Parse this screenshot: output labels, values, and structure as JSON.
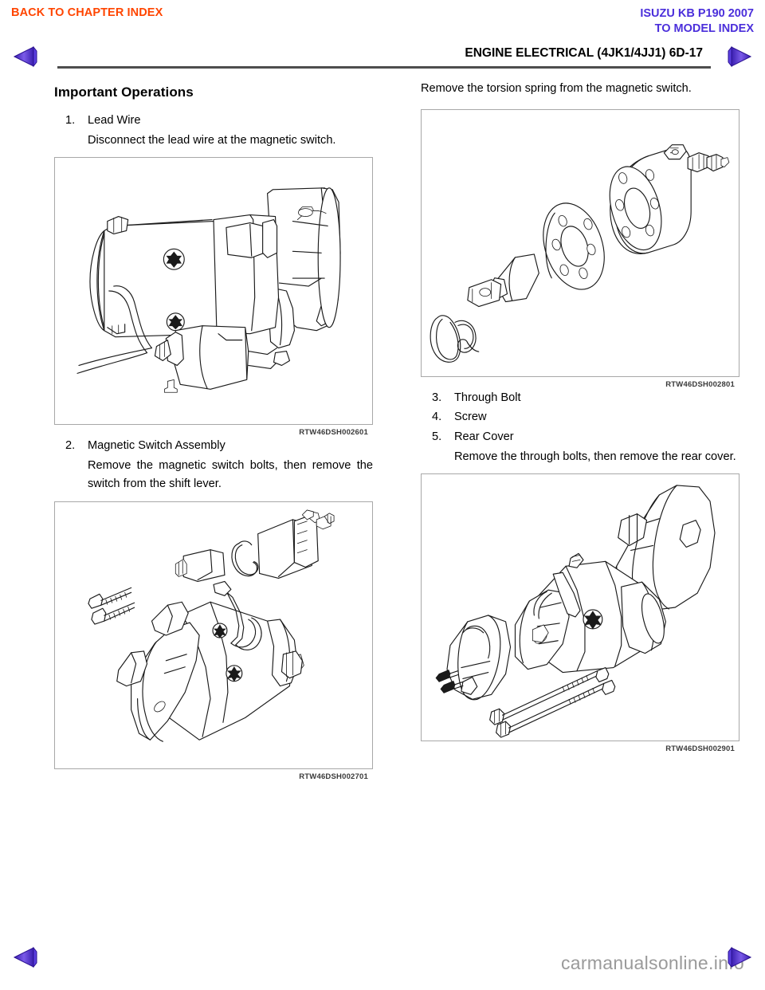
{
  "nav": {
    "back_to_chapter_index": "BACK TO CHAPTER INDEX",
    "model_line1": "ISUZU KB P190 2007",
    "model_line2": "TO MODEL INDEX",
    "prev_arrow_icon": "left-triangle-arrow-icon",
    "next_arrow_icon": "right-triangle-arrow-icon"
  },
  "header": {
    "title": "ENGINE ELECTRICAL (4JK1/4JJ1)  6D-17"
  },
  "left_column": {
    "section_title": "Important Operations",
    "steps": [
      {
        "num": "1.",
        "head": "Lead Wire",
        "body": "Disconnect the lead wire at the magnetic switch."
      },
      {
        "num": "2.",
        "head": "Magnetic Switch Assembly",
        "body": "Remove the magnetic switch bolts, then remove the switch from the shift lever."
      }
    ],
    "figures": [
      {
        "caption": "RTW46DSH002601",
        "alt": "starter-motor-assembly-lead-wire"
      },
      {
        "caption": "RTW46DSH002701",
        "alt": "starter-motor-magnetic-switch-exploded"
      }
    ]
  },
  "right_column": {
    "intro": "Remove the torsion spring from the magnetic switch.",
    "steps": [
      {
        "num": "3.",
        "head": "Through Bolt",
        "body": ""
      },
      {
        "num": "4.",
        "head": "Screw",
        "body": ""
      },
      {
        "num": "5.",
        "head": "Rear Cover",
        "body": "Remove the through bolts, then remove the rear cover."
      }
    ],
    "figures": [
      {
        "caption": "RTW46DSH002801",
        "alt": "magnetic-switch-torsion-spring-exploded"
      },
      {
        "caption": "RTW46DSH002901",
        "alt": "rear-cover-through-bolts-exploded"
      }
    ]
  },
  "footer": {
    "watermark": "carmanualsonline.info"
  },
  "colors": {
    "back_link": "#ff4500",
    "model_link": "#4b2fdb",
    "arrow": "#5b3fe0",
    "rule": "#4d4d4d",
    "caption": "#3a3a3a",
    "watermark": "#9a9a9a"
  }
}
